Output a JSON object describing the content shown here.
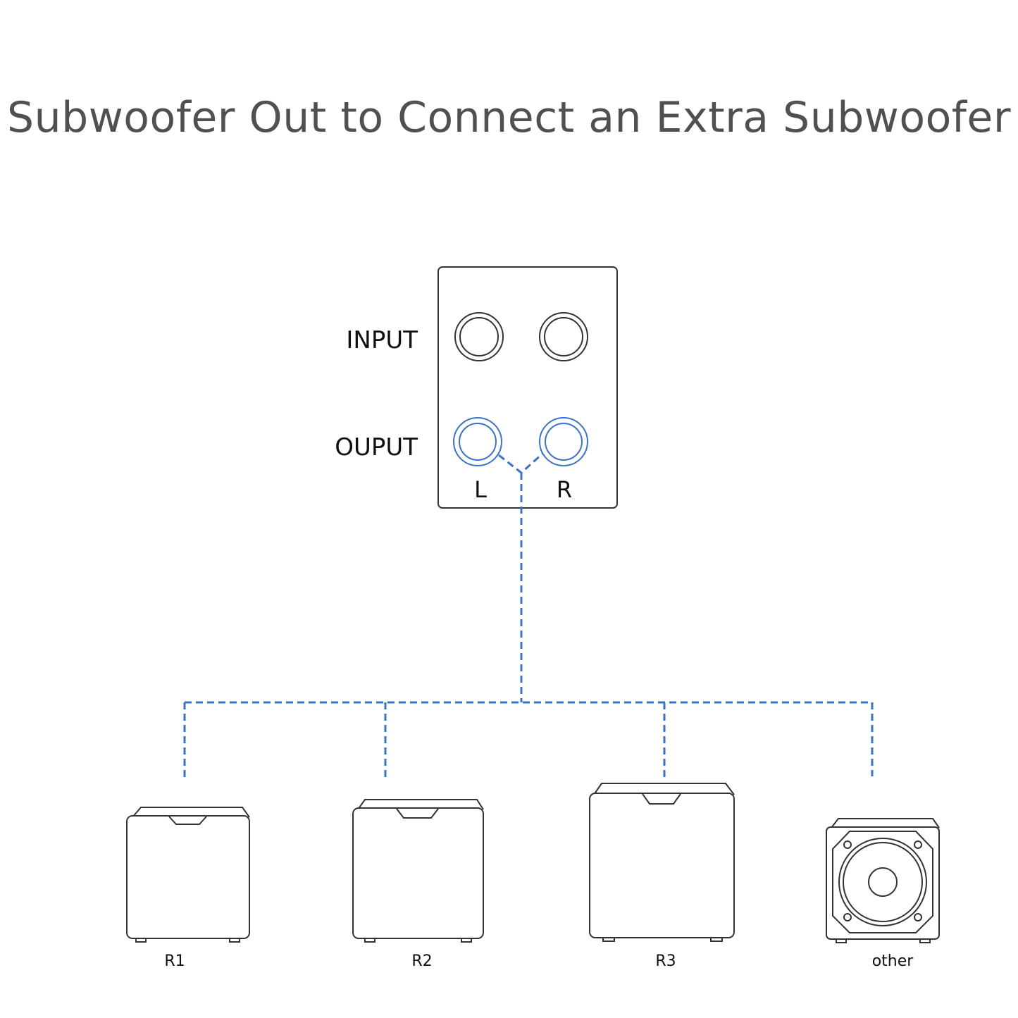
{
  "title": "Subwoofer Out to Connect an Extra Subwoofer",
  "panel": {
    "input_label": "INPUT",
    "output_label": "OUPUT",
    "left_label": "L",
    "right_label": "R"
  },
  "subwoofers": [
    {
      "label": "R1",
      "icon": "subwoofer-cube-icon"
    },
    {
      "label": "R2",
      "icon": "subwoofer-cube-icon"
    },
    {
      "label": "R3",
      "icon": "subwoofer-cube-icon"
    },
    {
      "label": "other",
      "icon": "subwoofer-speaker-front-icon"
    }
  ],
  "colors": {
    "title": "#505050",
    "outline": "#333333",
    "connection": "#3b73c4"
  }
}
